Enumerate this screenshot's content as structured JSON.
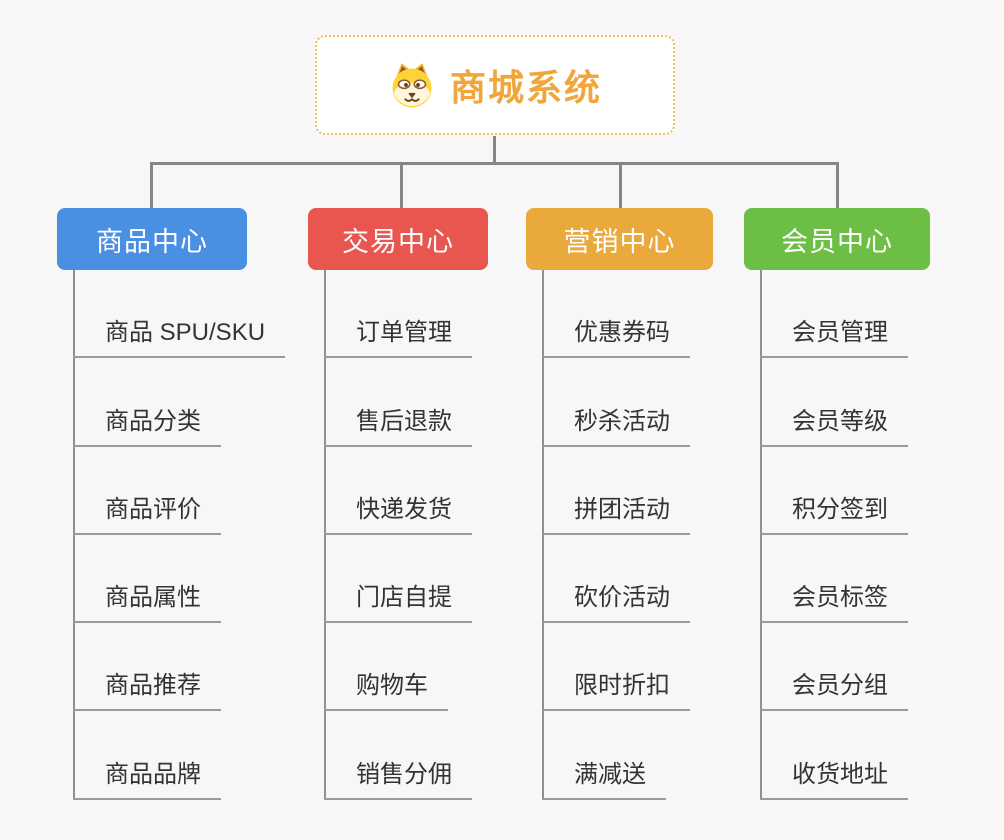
{
  "root": {
    "title": "商城系统",
    "icon": "dog-face-icon"
  },
  "branches": [
    {
      "label": "商品中心",
      "color": "#4a90e2",
      "items": [
        "商品 SPU/SKU",
        "商品分类",
        "商品评价",
        "商品属性",
        "商品推荐",
        "商品品牌"
      ]
    },
    {
      "label": "交易中心",
      "color": "#e8564f",
      "items": [
        "订单管理",
        "售后退款",
        "快递发货",
        "门店自提",
        "购物车",
        "销售分佣"
      ]
    },
    {
      "label": "营销中心",
      "color": "#eaa93c",
      "items": [
        "优惠券码",
        "秒杀活动",
        "拼团活动",
        "砍价活动",
        "限时折扣",
        "满减送"
      ]
    },
    {
      "label": "会员中心",
      "color": "#6dbe45",
      "items": [
        "会员管理",
        "会员等级",
        "积分签到",
        "会员标签",
        "会员分组",
        "收货地址"
      ]
    }
  ],
  "colors": {
    "background": "#f7f7f7",
    "connector": "#868686",
    "underline": "#9a9a9a",
    "root_text": "#f0a63a",
    "root_border": "#f5bb54",
    "item_text": "#333333"
  }
}
